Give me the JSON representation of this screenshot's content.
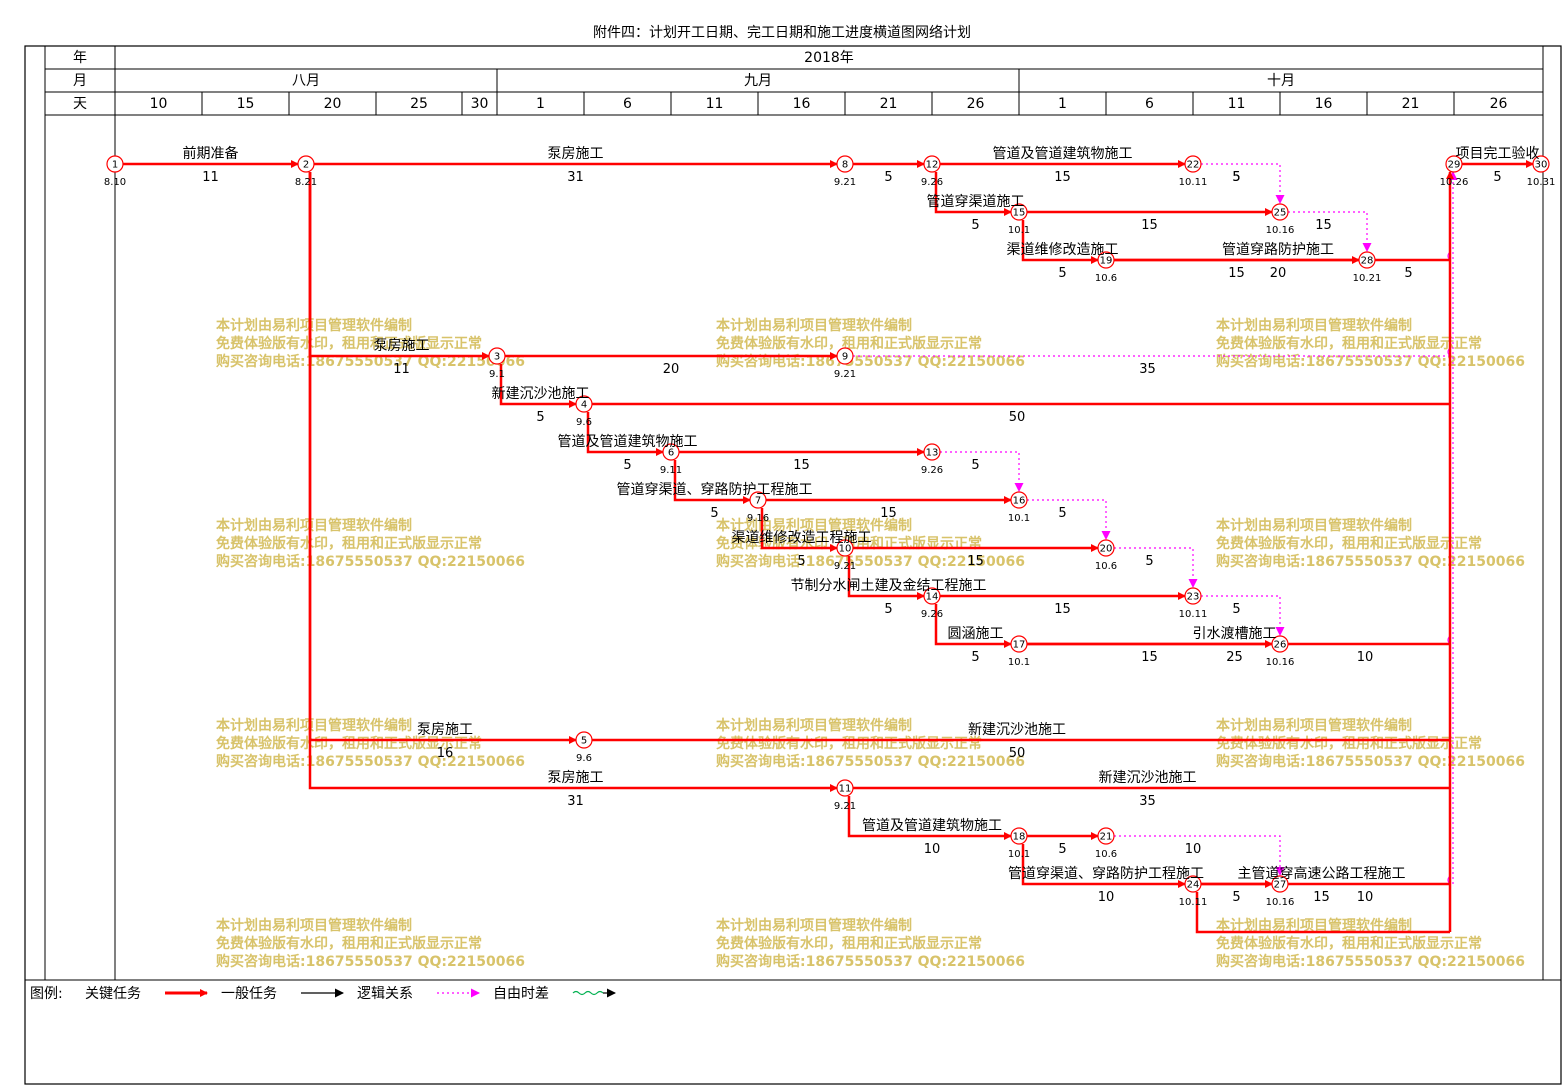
{
  "title": "附件四：计划开工日期、完工日期和施工进度横道图网络计划",
  "colors": {
    "critical": "#ff0000",
    "normal": "#000000",
    "float": "#ff00ff",
    "logic": "#000000",
    "lag": "#00b050",
    "watermark": "#d8c36a"
  },
  "header": {
    "row_labels": [
      "年",
      "月",
      "天"
    ],
    "year": "2018年",
    "months": [
      "八月",
      "九月",
      "十月"
    ],
    "days": [
      "10",
      "15",
      "20",
      "25",
      "30",
      "1",
      "6",
      "11",
      "16",
      "21",
      "26",
      "1",
      "6",
      "11",
      "16",
      "21",
      "26"
    ]
  },
  "nodes": [
    {
      "id": "1",
      "date": "8.10"
    },
    {
      "id": "2",
      "date": "8.21"
    },
    {
      "id": "8",
      "date": "9.21"
    },
    {
      "id": "12",
      "date": "9.26"
    },
    {
      "id": "22",
      "date": "10.11"
    },
    {
      "id": "29",
      "date": "10.26"
    },
    {
      "id": "30",
      "date": "10.31"
    },
    {
      "id": "15",
      "date": "10.1"
    },
    {
      "id": "25",
      "date": "10.16"
    },
    {
      "id": "19",
      "date": "10.6"
    },
    {
      "id": "28",
      "date": "10.21"
    },
    {
      "id": "3",
      "date": "9.1"
    },
    {
      "id": "9",
      "date": "9.21"
    },
    {
      "id": "4",
      "date": "9.6"
    },
    {
      "id": "6",
      "date": "9.11"
    },
    {
      "id": "13",
      "date": "9.26"
    },
    {
      "id": "7",
      "date": "9.16"
    },
    {
      "id": "16",
      "date": "10.1"
    },
    {
      "id": "10",
      "date": "9.21"
    },
    {
      "id": "20",
      "date": "10.6"
    },
    {
      "id": "14",
      "date": "9.26"
    },
    {
      "id": "23",
      "date": "10.11"
    },
    {
      "id": "17",
      "date": "10.1"
    },
    {
      "id": "26",
      "date": "10.16"
    },
    {
      "id": "5",
      "date": "9.6"
    },
    {
      "id": "11",
      "date": "9.21"
    },
    {
      "id": "18",
      "date": "10.1"
    },
    {
      "id": "21",
      "date": "10.6"
    },
    {
      "id": "24",
      "date": "10.11"
    },
    {
      "id": "27",
      "date": "10.16"
    }
  ],
  "tasks": [
    {
      "name": "前期准备",
      "duration": "11"
    },
    {
      "name": "泵房施工",
      "duration": "31"
    },
    {
      "name": "",
      "duration": "5"
    },
    {
      "name": "管道及管道建筑物施工",
      "duration": "15"
    },
    {
      "name": "",
      "duration": "5"
    },
    {
      "name": "项目完工验收",
      "duration": "5"
    },
    {
      "name": "管道穿渠道施工",
      "duration": "5"
    },
    {
      "name": "",
      "duration": "15"
    },
    {
      "name": "",
      "duration": "5"
    },
    {
      "name": "渠道维修改造施工",
      "duration": "5"
    },
    {
      "name": "",
      "duration": "15"
    },
    {
      "name": "",
      "duration": "5"
    },
    {
      "name": "管道穿路防护施工",
      "duration": "20"
    },
    {
      "name": "泵房施工",
      "duration": "11"
    },
    {
      "name": "",
      "duration": "20"
    },
    {
      "name": "",
      "duration": "35"
    },
    {
      "name": "新建沉沙池施工",
      "duration": "5"
    },
    {
      "name": "",
      "duration": "50"
    },
    {
      "name": "管道及管道建筑物施工",
      "duration": "5"
    },
    {
      "name": "",
      "duration": "15"
    },
    {
      "name": "",
      "duration": "5"
    },
    {
      "name": "管道穿渠道、穿路防护工程施工",
      "duration": "5"
    },
    {
      "name": "",
      "duration": "15"
    },
    {
      "name": "",
      "duration": "5"
    },
    {
      "name": "渠道维修改造工程施工",
      "duration": "5"
    },
    {
      "name": "",
      "duration": "15"
    },
    {
      "name": "",
      "duration": "5"
    },
    {
      "name": "节制分水闸土建及金结工程施工",
      "duration": "5"
    },
    {
      "name": "",
      "duration": "15"
    },
    {
      "name": "",
      "duration": "5"
    },
    {
      "name": "圆涵施工",
      "duration": "5"
    },
    {
      "name": "",
      "duration": "15"
    },
    {
      "name": "",
      "duration": "10"
    },
    {
      "name": "引水渡槽施工",
      "duration": "25"
    },
    {
      "name": "泵房施工",
      "duration": "16"
    },
    {
      "name": "新建沉沙池施工",
      "duration": "50"
    },
    {
      "name": "泵房施工",
      "duration": "31"
    },
    {
      "name": "新建沉沙池施工",
      "duration": "35"
    },
    {
      "name": "管道及管道建筑物施工",
      "duration": "10"
    },
    {
      "name": "",
      "duration": "5"
    },
    {
      "name": "",
      "duration": "10"
    },
    {
      "name": "管道穿渠道、穿路防护工程施工",
      "duration": "10"
    },
    {
      "name": "",
      "duration": "5"
    },
    {
      "name": "",
      "duration": "10"
    },
    {
      "name": "主管道穿高速公路工程施工",
      "duration": "15"
    }
  ],
  "watermark": [
    "本计划由易利项目管理软件编制",
    "免费体验版有水印，租用和正式版显示正常",
    "购买咨询电话:18675550537 QQ:22150066"
  ],
  "legend": {
    "title": "图例:",
    "items": [
      {
        "label": "关键任务",
        "style": "critical"
      },
      {
        "label": "一般任务",
        "style": "normal"
      },
      {
        "label": "逻辑关系",
        "style": "float"
      },
      {
        "label": "自由时差",
        "style": "lag"
      }
    ]
  }
}
